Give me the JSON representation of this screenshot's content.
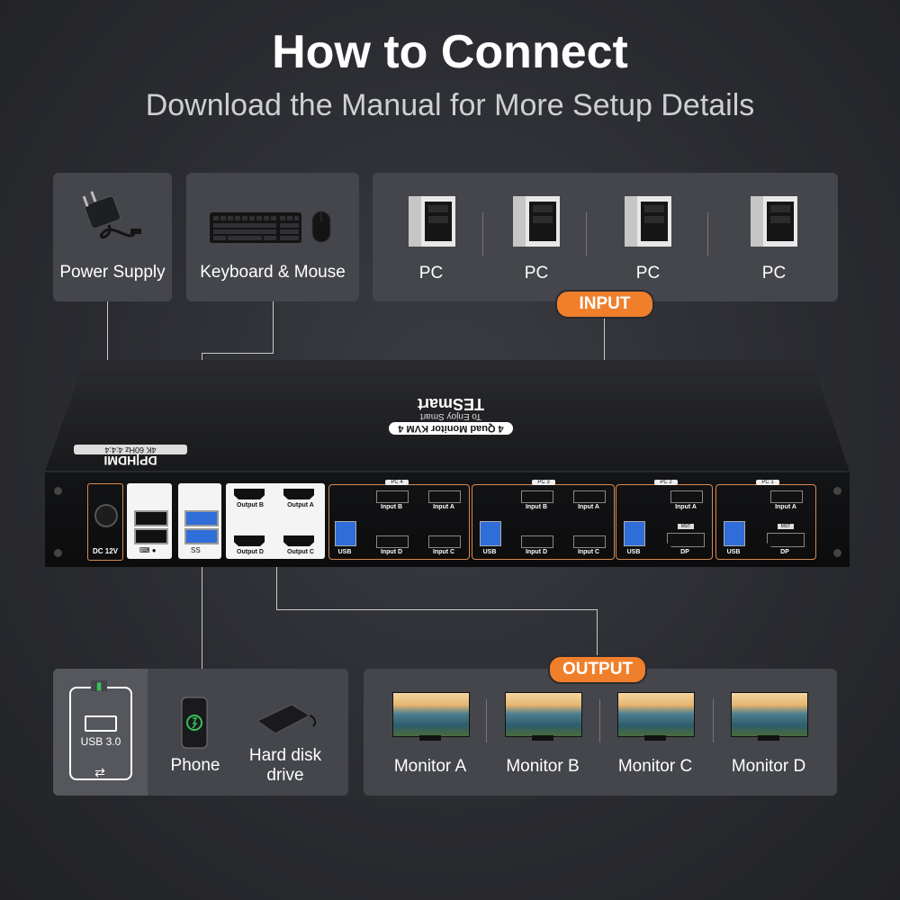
{
  "header": {
    "title": "How to Connect",
    "subtitle": "Download the Manual for More Setup Details"
  },
  "cards": {
    "power": "Power Supply",
    "keyboard_mouse": "Keyboard & Mouse",
    "pcs": [
      "PC",
      "PC",
      "PC",
      "PC"
    ],
    "input_tag": "INPUT",
    "output_tag": "OUTPUT",
    "usb_label": "USB 3.0",
    "phone": "Phone",
    "hdd": "Hard disk drive",
    "monitors": [
      "Monitor A",
      "Monitor B",
      "Monitor C",
      "Monitor D"
    ]
  },
  "device": {
    "brand": "TESmart",
    "slogan": "To Enjoy Smart",
    "model": "4 Quad Monitor KVM 4",
    "spec": "DP|HDMI",
    "spec2": "4K 60Hz 4:4:4",
    "dc_label": "DC 12V",
    "ss_label": "SS",
    "outputs": [
      "Output B",
      "Output A",
      "Output D",
      "Output C"
    ],
    "pc4": {
      "tag": "PC 4",
      "ports": [
        "Input B",
        "Input A",
        "USB",
        "Input D",
        "Input C"
      ]
    },
    "pc3": {
      "tag": "PC 3",
      "ports": [
        "Input B",
        "Input A",
        "USB",
        "Input D",
        "Input C"
      ]
    },
    "pc2": {
      "tag": "PC 2",
      "ports": [
        "Input A",
        "USB",
        "DP",
        "MST"
      ]
    },
    "pc1": {
      "tag": "PC 1",
      "ports": [
        "Input A",
        "USB",
        "DP",
        "MST"
      ]
    }
  }
}
